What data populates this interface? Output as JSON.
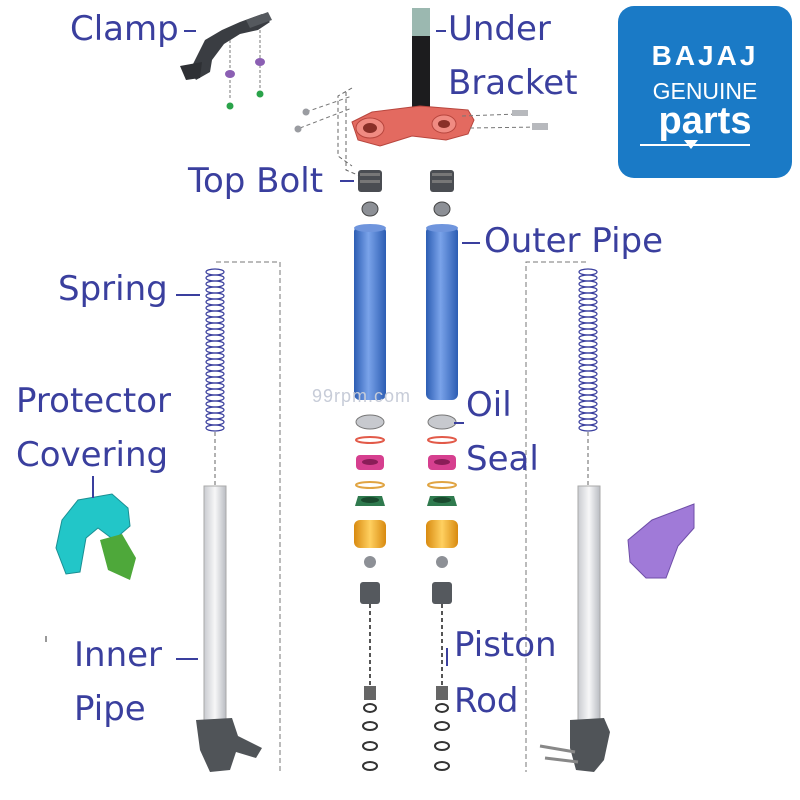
{
  "labels": {
    "clamp": "Clamp",
    "under_bracket_line1": "Under",
    "under_bracket_line2": "Bracket",
    "top_bolt": "Top Bolt",
    "outer_pipe": "Outer Pipe",
    "spring": "Spring",
    "protector_line1": "Protector",
    "protector_line2": "Covering",
    "oil_seal_line1": "Oil",
    "oil_seal_line2": "Seal",
    "inner_pipe_line1": "Inner",
    "inner_pipe_line2": "Pipe",
    "piston_rod_line1": "Piston",
    "piston_rod_line2": "Rod"
  },
  "badge": {
    "brand": "BAJAJ",
    "genuine": "GENUINE",
    "parts": "parts"
  },
  "watermark": "99rpm.com",
  "colors": {
    "label_text": "#3a3f9e",
    "badge_bg": "#1a7ac6",
    "outer_pipe": "#3f73c8",
    "under_bracket": "#e36a60",
    "protector_left": "#22c6c8",
    "protector_right": "#a07ad8",
    "seal_pink": "#d63f8f",
    "seal_green": "#2f7a4e",
    "bush_orange": "#f2a81b",
    "inner_pipe": "#e6e7ea",
    "spring": "#3a3f9e",
    "dark_part": "#505458"
  }
}
